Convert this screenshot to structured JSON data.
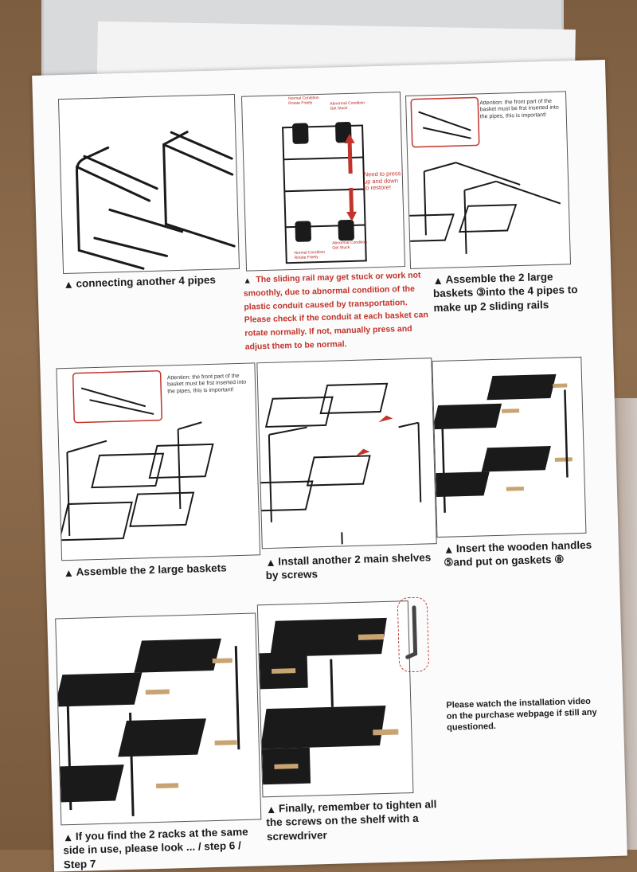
{
  "steps": {
    "s6": {
      "caption": "connecting another 4 pipes"
    },
    "s7": {
      "caption": "The sliding rail may get stuck or work not smoothly, due to abnormal condition of the plastic conduit caused by transportation. Please check if the conduit at each basket can rotate normally. If not, manually press and adjust them to be normal.",
      "label_top_normal": "Normal Condition Rotate Freely",
      "label_top_abnormal": "Abnormal Condition Get Stuck",
      "label_press": "Need to press up and down to restore!",
      "label_bottom_abnormal": "Abnormal Condition Get Stuck",
      "label_bottom_normal": "Normal Condition Rotate Freely"
    },
    "s8": {
      "caption": "Assemble the 2 large baskets ③into the 4 pipes to make up 2 sliding rails",
      "attention": "Attention: the front part of the basket must be frst inserted into the pipes, this is important!"
    },
    "s9": {
      "caption": "Assemble the 2 large baskets",
      "attention": "Attention: the front part of the basket must be frst inserted into the pipes, this is important!"
    },
    "s10": {
      "caption": "Install another 2 main shelves by screws"
    },
    "s11": {
      "caption": "Insert the wooden handles ⑤and put on gaskets ⑧"
    },
    "s12": {
      "caption": "If you find the 2 racks at the same side in use, please look ... / step 6 / Step 7"
    },
    "s13": {
      "caption": "Finally, remember to tighten all the screws on the shelf with a screwdriver"
    }
  },
  "video_note": "Please watch the installation video on the purchase webpage if still any questioned."
}
